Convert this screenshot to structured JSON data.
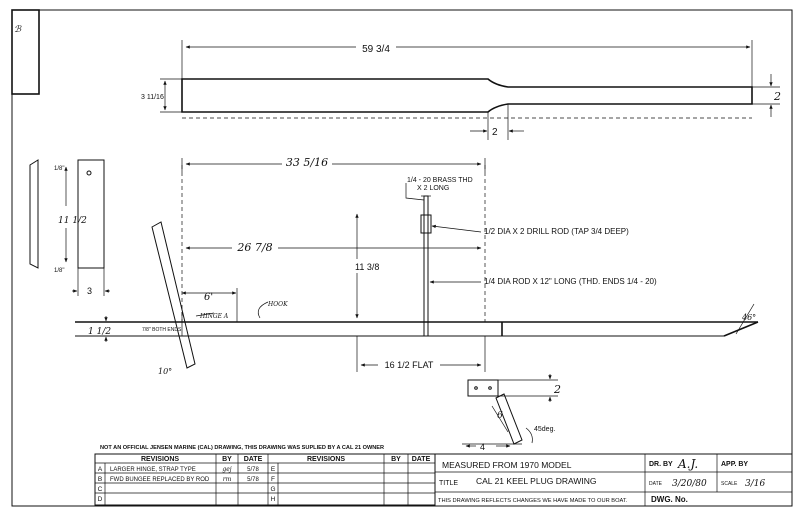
{
  "disclaimer": "NOT AN OFFICIAL JENSEN MARINE (CAL) DRAWING, THIS DRAWING WAS SUPLIED BY A CAL 21 OWNER",
  "dimensions": {
    "overall_length": "59 3/4",
    "rudder_height": "3 11/16",
    "tip_width": "2",
    "tip_offset": "2",
    "span_33": "33 5/16",
    "span_26": "26 7/8",
    "height_11": "11 3/8",
    "flat": "16 1/2 FLAT",
    "hinge_6": "6'",
    "side_11": "11 1/2",
    "side_3": "3",
    "side_top": "1/8\"",
    "side_bot": "1/8\"",
    "keel_depth": "1 1/2",
    "angle_46": "46°",
    "angle_10": "10°",
    "detail_2": "2",
    "detail_6": "6",
    "detail_4": "4",
    "detail_angle": "45deg.",
    "both_ends": "7/8\" BOTH ENDS"
  },
  "callouts": {
    "brass": "1/4 - 20 BRASS THD",
    "brass2": "X 2 LONG",
    "drill_rod": "1/2 DIA X 2 DRILL ROD (TAP 3/4 DEEP)",
    "dia_rod": "1/4 DIA ROD X 12\" LONG (THD. ENDS 1/4 - 20)",
    "hinge": "HINGE A",
    "hook": "HOOK"
  },
  "revisions": {
    "header": {
      "revisions": "REVISIONS",
      "by": "BY",
      "date": "DATE"
    },
    "rows": [
      {
        "letter": "A",
        "text": "LARGER HINGE, STRAP TYPE",
        "by": "gej",
        "date": "5/78"
      },
      {
        "letter": "B",
        "text": "FWD BUNGEE REPLACED BY ROD",
        "by": "rm",
        "date": "5/78"
      },
      {
        "letter": "C",
        "text": "",
        "by": "",
        "date": ""
      },
      {
        "letter": "D",
        "text": "",
        "by": "",
        "date": ""
      }
    ],
    "right_letters": [
      "E",
      "F",
      "G",
      "H"
    ]
  },
  "title_block": {
    "measured": "MEASURED FROM 1970 MODEL",
    "title_label": "TITLE",
    "title": "CAL 21 KEEL PLUG DRAWING",
    "note": "THIS DRAWING REFLECTS CHANGES WE HAVE MADE TO OUR BOAT.",
    "dr_by_label": "DR. BY",
    "dr_by": "A.J.",
    "app_by_label": "APP. BY",
    "date_label": "DATE",
    "date": "3/20/80",
    "scale_label": "SCALE",
    "scale": "3/16",
    "dwg_label": "DWG. No."
  }
}
